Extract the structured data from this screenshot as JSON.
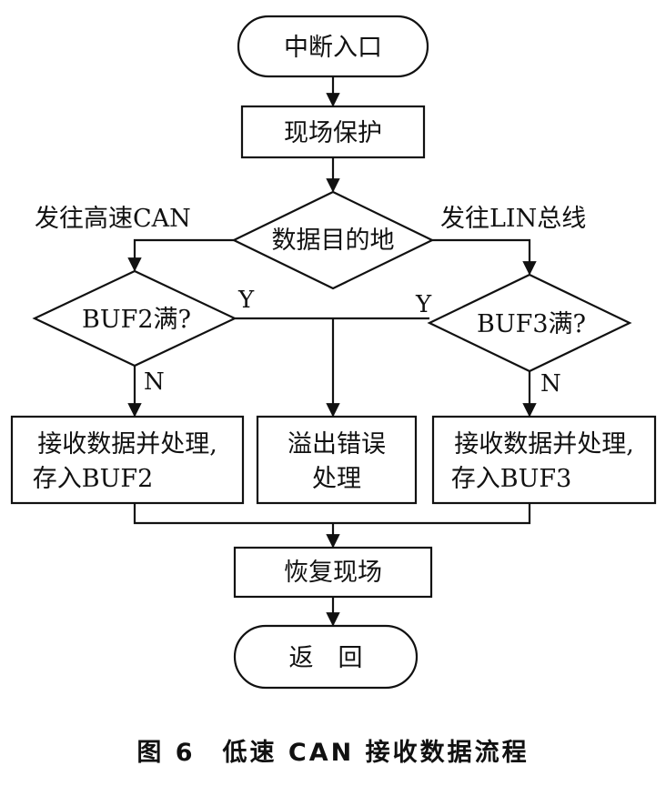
{
  "nodes": {
    "start": "中断入口",
    "save_context": "现场保护",
    "decision_dest": "数据目的地",
    "decision_buf2": "BUF2满?",
    "decision_buf3": "BUF3满?",
    "proc_buf2": [
      "接收数据并处理,",
      "存入BUF2"
    ],
    "proc_overflow": [
      "溢出错误",
      "处理"
    ],
    "proc_buf3": [
      "接收数据并处理,",
      "存入BUF3"
    ],
    "restore_context": "恢复现场",
    "end": "返　回"
  },
  "edge_labels": {
    "to_high_speed_can": "发往高速CAN",
    "to_lin_bus": "发往LIN总线",
    "buf2_yes": "Y",
    "buf3_yes": "Y",
    "buf2_no": "N",
    "buf3_no": "N"
  },
  "caption": "图 6　低速 CAN 接收数据流程",
  "colors": {
    "stroke": "#111111",
    "background": "#ffffff"
  }
}
